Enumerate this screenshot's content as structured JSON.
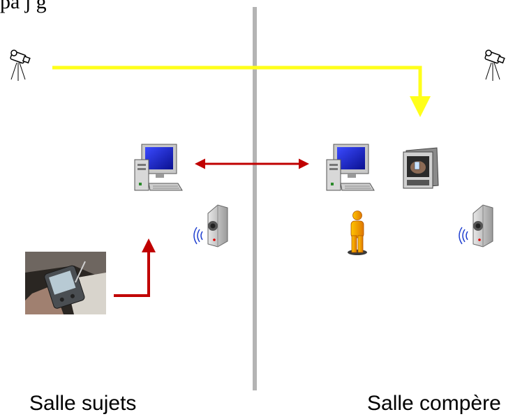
{
  "header": {
    "partial_text": "pa                  j                  g"
  },
  "rooms": {
    "left_label": "Salle sujets",
    "right_label": "Salle compère"
  },
  "colors": {
    "divider": "#b4b4b4",
    "video_link": "#ffff1a",
    "network_link": "#c00000",
    "monitor_screen": "#1020c8",
    "person": "#f5a100"
  },
  "icons": [
    "camera-icon",
    "computer-icon",
    "speaker-icon",
    "tv-monitor-icon",
    "person-icon",
    "pda-photo"
  ]
}
